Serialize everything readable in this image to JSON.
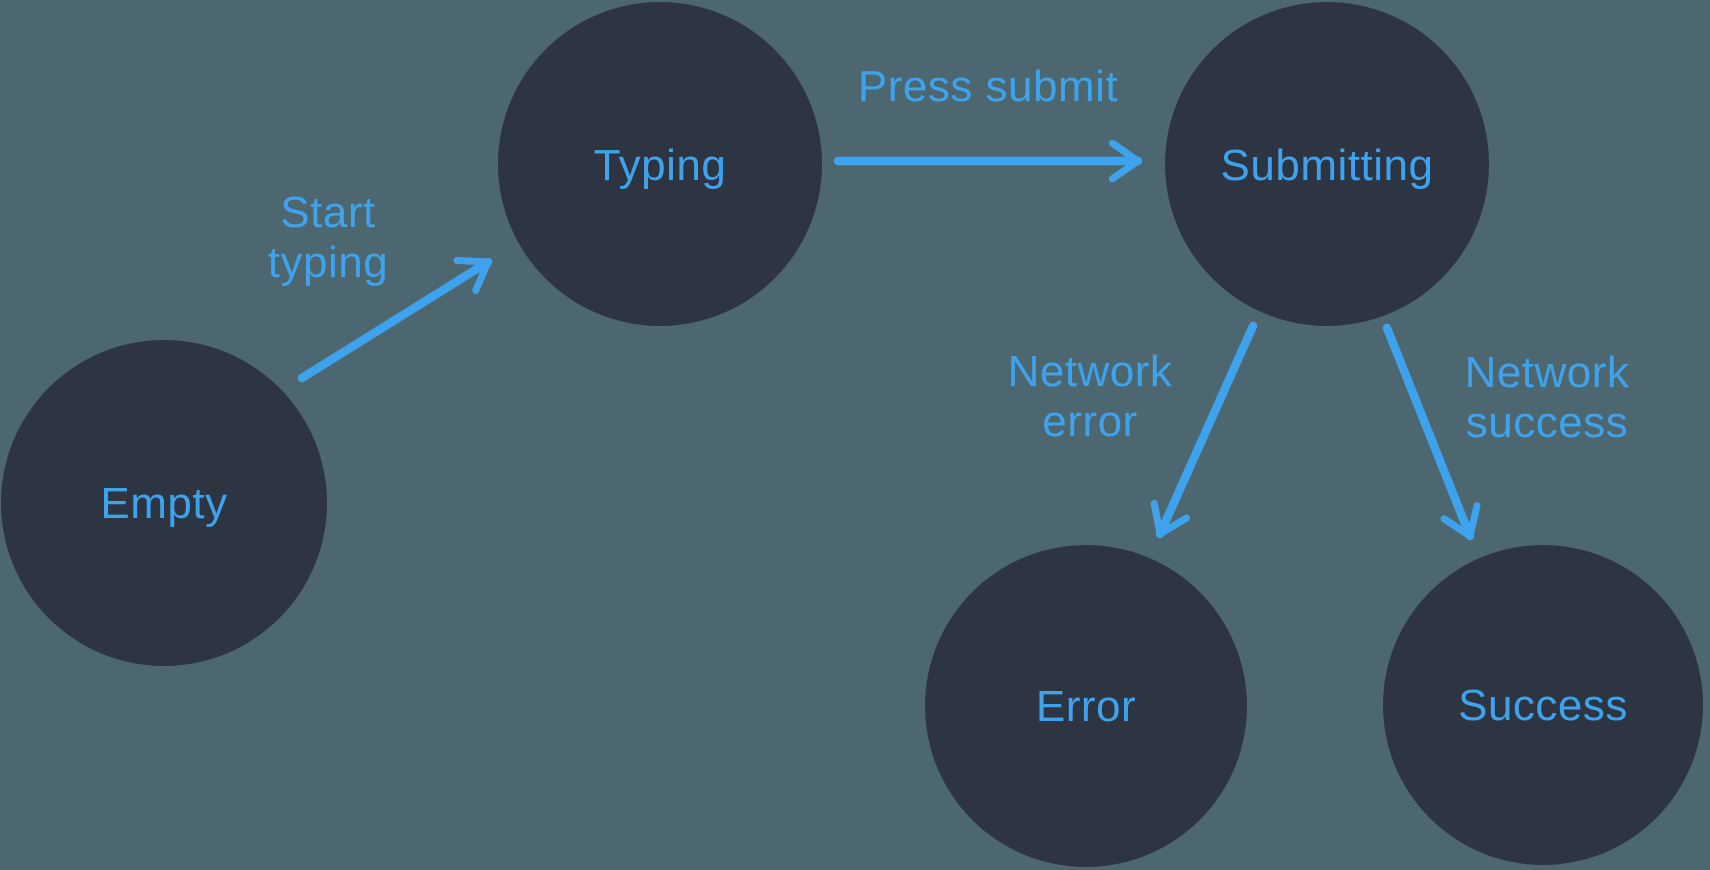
{
  "diagram": {
    "type": "state-machine",
    "colors": {
      "background": "#4C6770",
      "node_fill": "#2D3442",
      "accent_blue": "#3FA2EC"
    },
    "nodes": [
      {
        "id": "empty",
        "label": "Empty"
      },
      {
        "id": "typing",
        "label": "Typing"
      },
      {
        "id": "submitting",
        "label": "Submitting"
      },
      {
        "id": "error",
        "label": "Error"
      },
      {
        "id": "success",
        "label": "Success"
      }
    ],
    "edges": [
      {
        "from": "empty",
        "to": "typing",
        "label_lines": [
          "Start",
          "typing"
        ]
      },
      {
        "from": "typing",
        "to": "submitting",
        "label_lines": [
          "Press submit"
        ]
      },
      {
        "from": "submitting",
        "to": "error",
        "label_lines": [
          "Network",
          "error"
        ]
      },
      {
        "from": "submitting",
        "to": "success",
        "label_lines": [
          "Network",
          "success"
        ]
      }
    ]
  }
}
